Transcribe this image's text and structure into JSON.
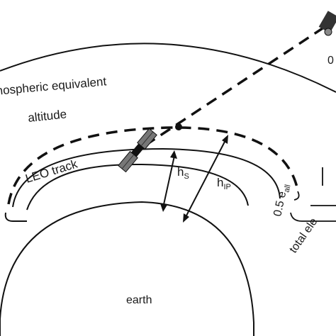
{
  "labels": {
    "ionosphere_line1": "ionospheric equivalent",
    "ionosphere_line2": "altitude",
    "leo_track": "LEO track",
    "earth": "earth",
    "h_s_main": "h",
    "h_s_sub": "S",
    "h_ip_main": "h",
    "h_ip_sub": "IP",
    "half_elevation_main": "0.5 e",
    "half_elevation_sub": "all",
    "total_elevation": "total ele",
    "top_right_fragment": "0"
  },
  "colors": {
    "line": "#111111",
    "background": "#ffffff"
  },
  "icons": {
    "leo_satellite": "satellite-icon",
    "gnss_satellite": "satellite-icon",
    "piercing_point": "dot-icon"
  }
}
